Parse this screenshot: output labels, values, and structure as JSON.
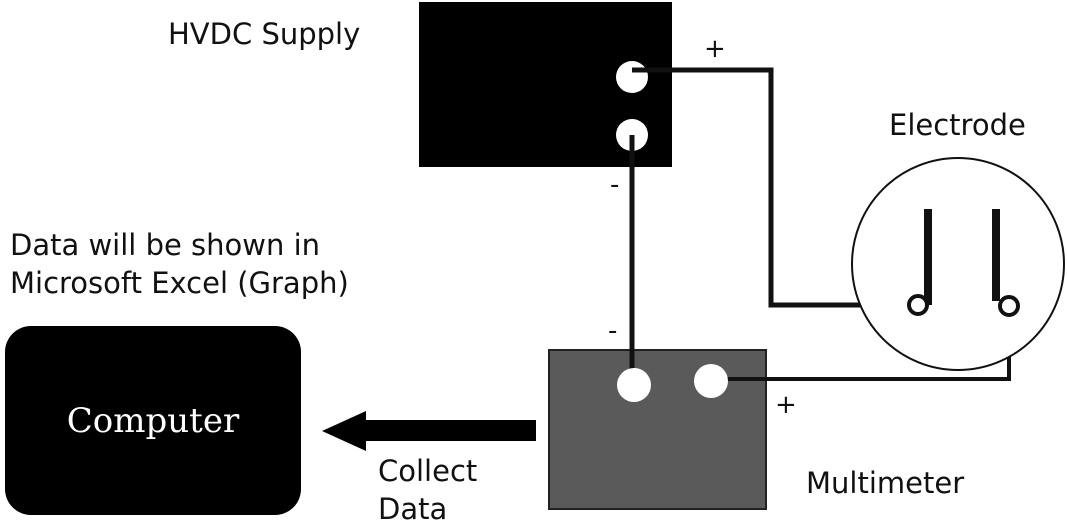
{
  "labels": {
    "hvdc_supply": "HVDC Supply",
    "electrode": "Electrode",
    "multimeter": "Multimeter",
    "computer": "Computer",
    "collect_data": "Collect\nData",
    "data_note": "Data will be shown in\nMicrosoft Excel (Graph)"
  },
  "polarity": {
    "supply_positive": "+",
    "supply_negative": "-",
    "meter_negative": "-",
    "meter_positive": "+"
  },
  "colors": {
    "supply_fill": "#000000",
    "multimeter_fill": "#5a5a5a",
    "computer_fill": "#000000",
    "wire": "#111111",
    "terminal": "#ffffff"
  }
}
